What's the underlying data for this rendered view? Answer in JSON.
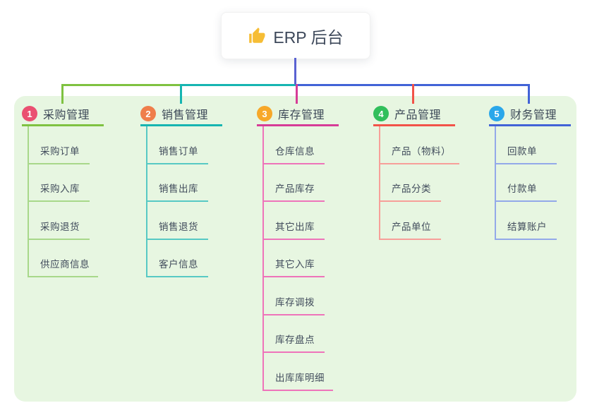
{
  "root": {
    "title": "ERP 后台",
    "icon": "thumbs-up-icon"
  },
  "colors": {
    "panel_background": "#e7f6e1",
    "root_line": "#5a62d2",
    "title_text": "#3c4857",
    "child_text": "#414c5c",
    "thumb_icon": "#f6bd35"
  },
  "branches": [
    {
      "badge": "1",
      "badge_color": "#ea5071",
      "title": "采购管理",
      "color": "#7fc241",
      "light_color": "#a8d88a",
      "children": [
        "采购订单",
        "采购入库",
        "采购退货",
        "供应商信息"
      ]
    },
    {
      "badge": "2",
      "badge_color": "#ef7e4b",
      "title": "销售管理",
      "color": "#16b5b1",
      "light_color": "#57c9c4",
      "children": [
        "销售订单",
        "销售出库",
        "销售退货",
        "客户信息"
      ]
    },
    {
      "badge": "3",
      "badge_color": "#f7a829",
      "title": "库存管理",
      "color": "#d63c97",
      "light_color": "#ee74ba",
      "children": [
        "仓库信息",
        "产品库存",
        "其它出库",
        "其它入库",
        "库存调拨",
        "库存盘点",
        "出库库明细"
      ]
    },
    {
      "badge": "4",
      "badge_color": "#31bf5b",
      "title": "产品管理",
      "color": "#f25349",
      "light_color": "#f79f99",
      "children": [
        "产品（物料）",
        "产品分类",
        "产品单位"
      ]
    },
    {
      "badge": "5",
      "badge_color": "#2aa7ea",
      "title": "财务管理",
      "color": "#4263d7",
      "light_color": "#93a9e9",
      "children": [
        "回款单",
        "付款单",
        "结算账户"
      ]
    }
  ]
}
